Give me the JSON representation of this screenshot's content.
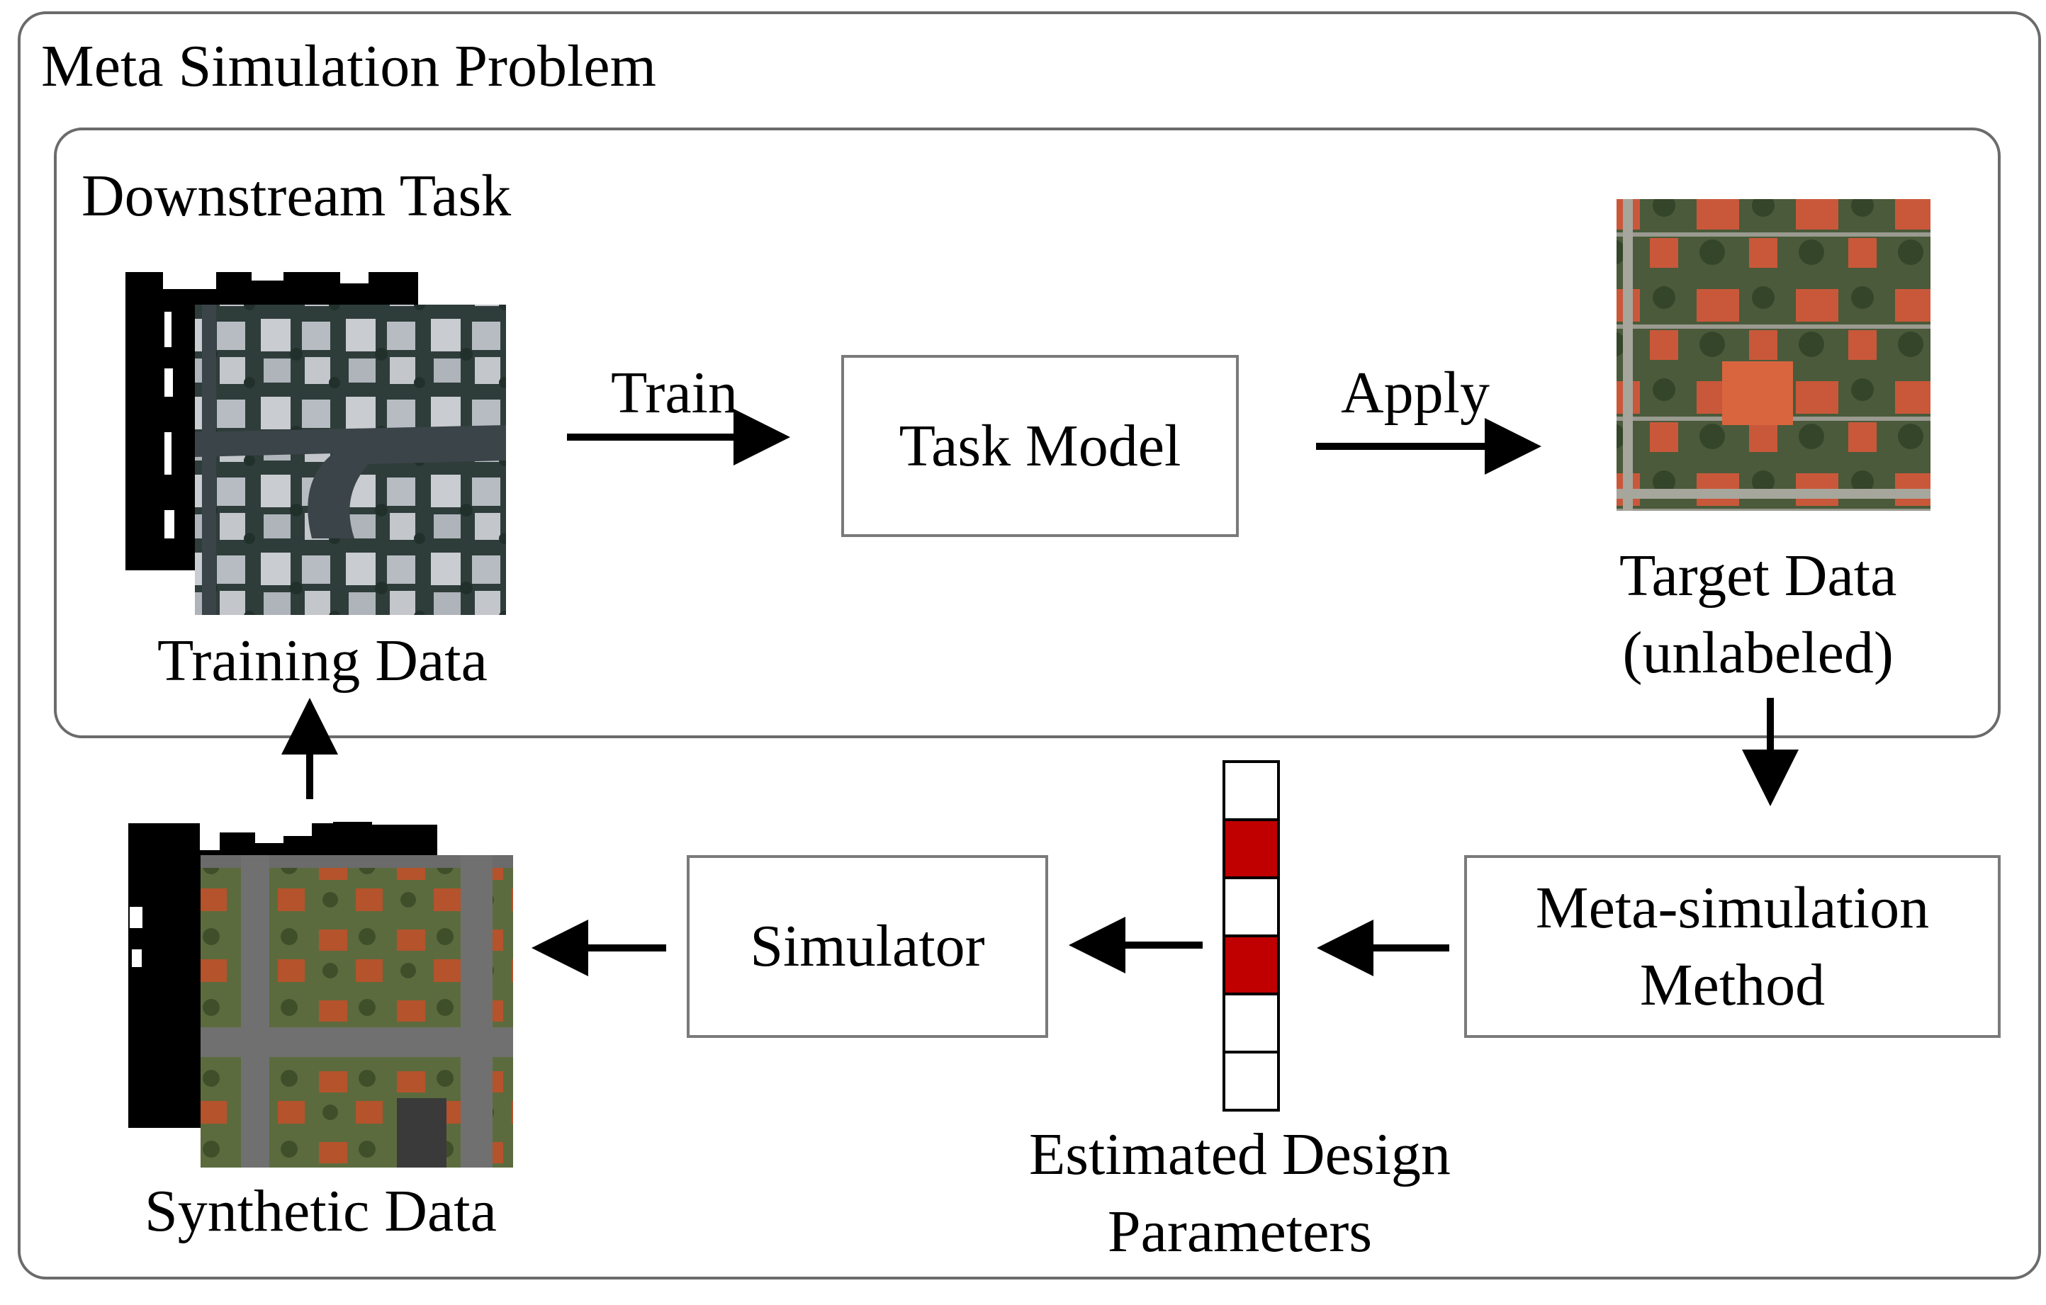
{
  "outer": {
    "title": "Meta Simulation Problem"
  },
  "inner": {
    "title": "Downstream Task"
  },
  "nodes": {
    "training": "Training Data",
    "task_model": "Task Model",
    "target_line1": "Target Data",
    "target_line2": "(unlabeled)",
    "meta_line1": "Meta-simulation",
    "meta_line2": "Method",
    "params_line1": "Estimated Design",
    "params_line2": "Parameters",
    "simulator": "Simulator",
    "synthetic": "Synthetic Data"
  },
  "edges": {
    "train": "Train",
    "apply": "Apply"
  },
  "param_vector": {
    "cells": [
      "empty",
      "filled",
      "empty",
      "filled",
      "empty",
      "empty"
    ],
    "fill_color": "#c00000"
  },
  "colors": {
    "frame": "#6b6b6b",
    "box_border": "#7a7a7a",
    "arrow": "#000000",
    "synthetic_roof": "#b5532c",
    "target_roof": "#c9583a",
    "aerial_grey": "#6f7a80"
  }
}
